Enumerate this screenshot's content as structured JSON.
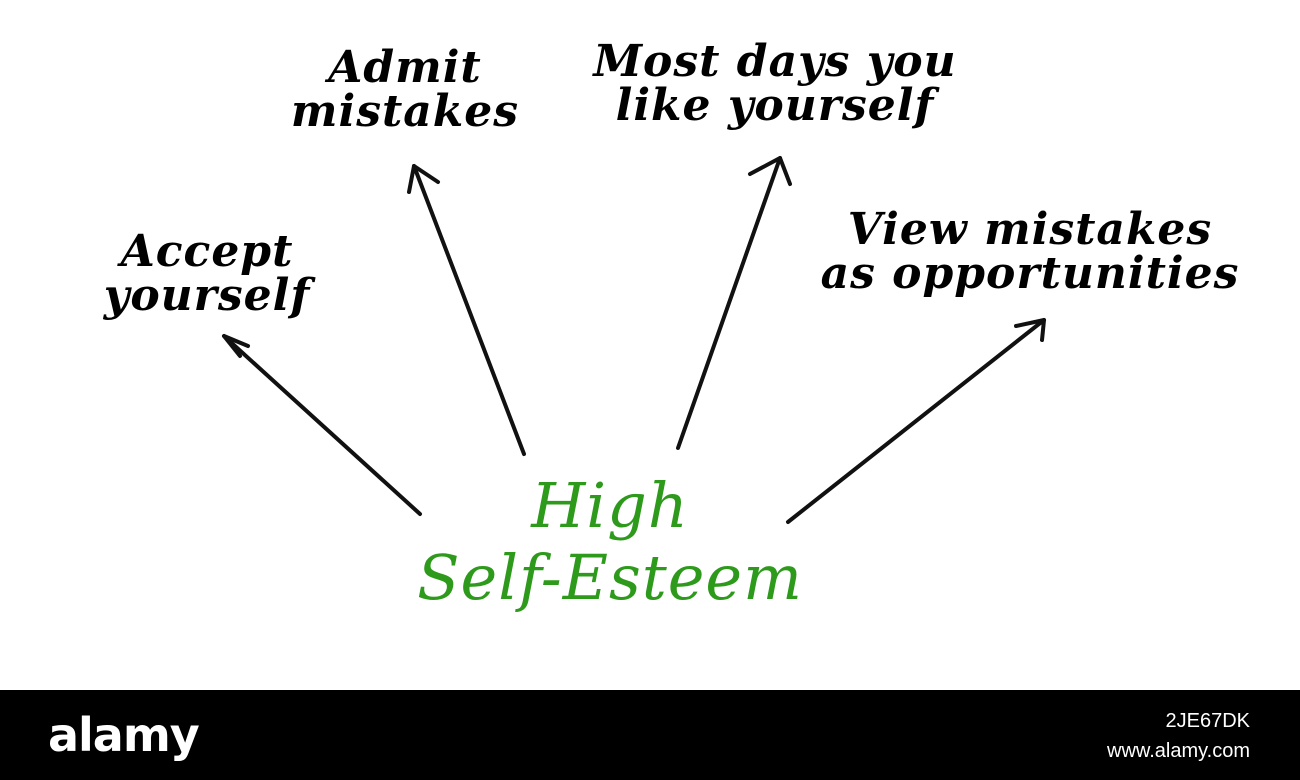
{
  "diagram": {
    "center": {
      "line1": "High",
      "line2": "Self-Esteem",
      "color": "#2e9a1c"
    },
    "branches": [
      {
        "line1": "Accept",
        "line2": "yourself"
      },
      {
        "line1": "Admit",
        "line2": "mistakes"
      },
      {
        "line1": "Most days you",
        "line2": "like yourself"
      },
      {
        "line1": "View mistakes",
        "line2": "as opportunities"
      }
    ],
    "arrow_color": "#111111"
  },
  "watermark": {
    "brand": "alamy",
    "image_id": "2JE67DK",
    "site": "www.alamy.com"
  }
}
